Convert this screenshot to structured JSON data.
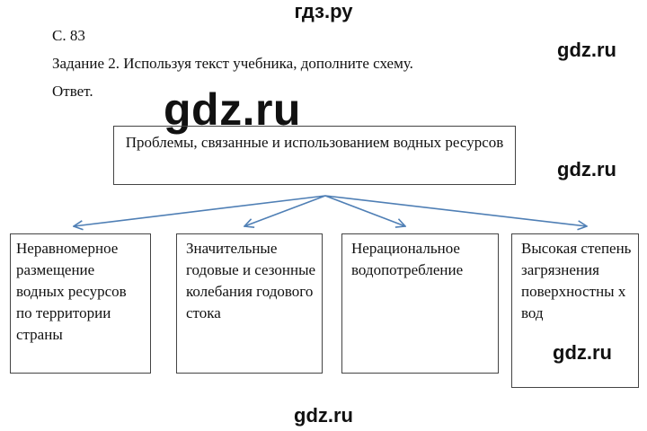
{
  "watermarks": {
    "top": "гдз.ру",
    "big": "gdz.ru",
    "right_1": "gdz.ru",
    "right_2": "gdz.ru",
    "right_3": "gdz.ru",
    "bottom": "gdz.ru"
  },
  "header": {
    "page": "С. 83",
    "task": "Задание 2. Используя текст учебника, дополните схему.",
    "answer": "Ответ."
  },
  "diagram": {
    "root": "Проблемы, связанные и использованием водных ресурсов",
    "children": [
      "Неравномерное размещение водных ресурсов по территории страны",
      "Значительные годовые и сезонные колебания годового стока",
      "Нерациональное водопотребление",
      "Высокая степень загрязнения поверхностны х вод"
    ]
  },
  "colors": {
    "arrow": "#4f7fb5",
    "border": "#444444",
    "text": "#111111"
  }
}
